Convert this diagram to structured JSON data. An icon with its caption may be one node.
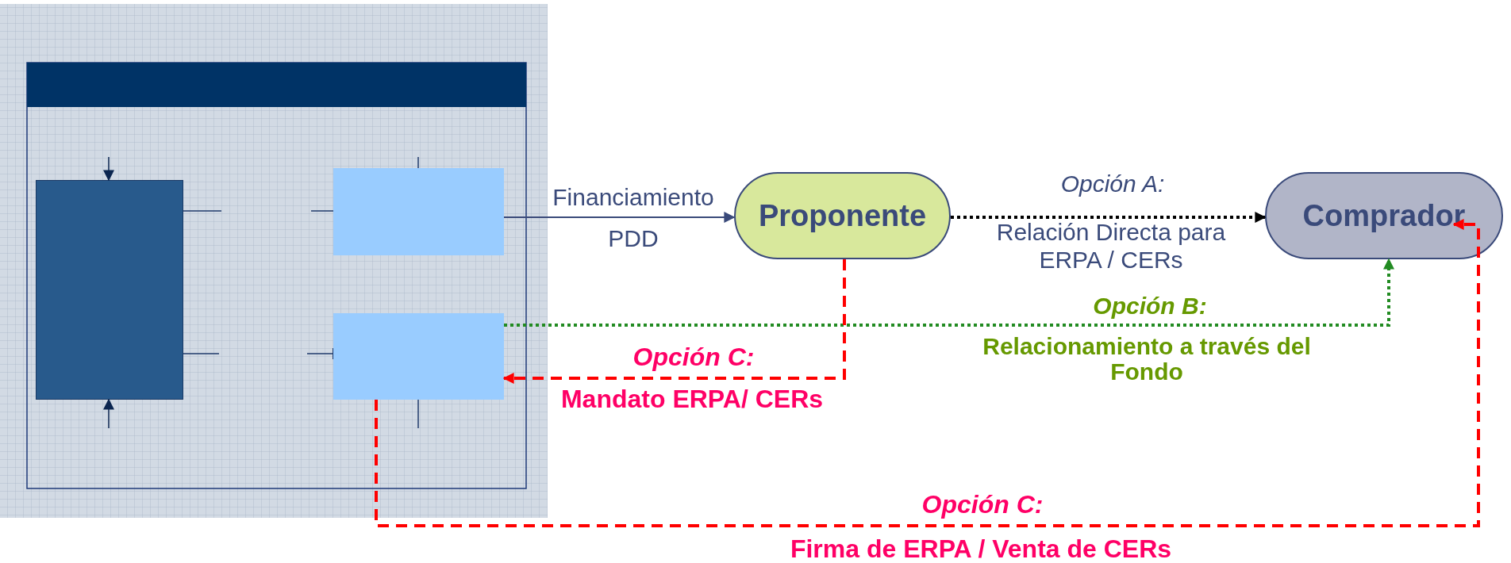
{
  "diagram": {
    "nodes": [
      {
        "text": [],
        "shape": "box"
      },
      {
        "text": [],
        "shape": "box"
      },
      {
        "text": [],
        "shape": "box"
      },
      {
        "text": [
          "Proponente"
        ]
      },
      {
        "text": [
          "Comprador"
        ]
      }
    ],
    "edges": [
      {
        "from": 1,
        "to": 3,
        "arrow": "to",
        "label": "Financiamiento PDD",
        "color": "#3a4a7a"
      },
      {
        "from": 3,
        "to": 4,
        "arrow": "to",
        "label": "Relación Directa para ERPA / CERs",
        "style": "dashed",
        "color": "#000000"
      },
      {
        "from": 2,
        "to": 4,
        "arrow": "to",
        "label": "Relacionamiento a través del Fondo",
        "style": "dashed",
        "color": "#228b22"
      },
      {
        "from": 3,
        "to": 2,
        "arrow": "to",
        "label": "Mandato ERPA/ CERs",
        "style": "dashed",
        "color": "#ff0000"
      },
      {
        "from": 2,
        "to": 4,
        "arrow": "to",
        "label": "Firma de ERPA / Venta de CERs",
        "style": "dashed",
        "color": "#ff0000"
      },
      {
        "from": null,
        "to": 0,
        "arrow": "to",
        "color": "#0b2650"
      },
      {
        "from": null,
        "to": 0,
        "arrow": "to",
        "color": "#0b2650"
      }
    ],
    "labels": [
      "Opción A:",
      "Opción B:",
      "Opción C:",
      "Opción C:"
    ]
  }
}
